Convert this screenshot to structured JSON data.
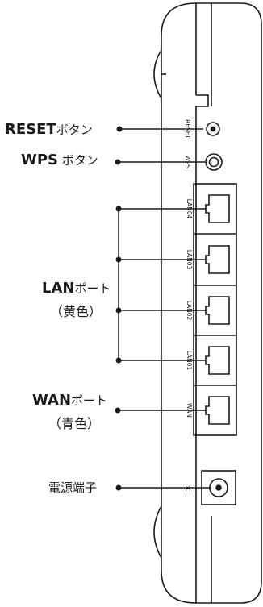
{
  "labels": {
    "reset": {
      "main": "RESET",
      "suffix": "ボタン"
    },
    "wps": {
      "main": "WPS",
      "suffix": " ボタン"
    },
    "lan": {
      "main": "LAN",
      "suffix": "ポート",
      "sub": "（黄色）"
    },
    "wan": {
      "main": "WAN",
      "suffix": "ポート",
      "sub": "（青色）"
    },
    "power": "電源端子"
  },
  "device_labels": {
    "reset": "RESET",
    "wps": "WPS",
    "lan4": "LAN04",
    "lan3": "LAN03",
    "lan2": "LAN02",
    "lan1": "LAN01",
    "wan": "WAN",
    "dc": "DC"
  },
  "colors": {
    "line": "#1a1a1a",
    "background": "#ffffff"
  }
}
